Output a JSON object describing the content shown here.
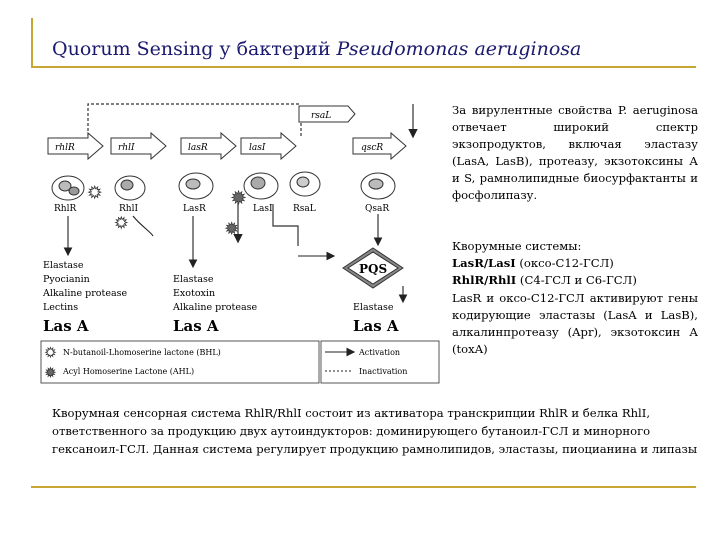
{
  "slide": {
    "title_prefix": "Quorum Sensing у бактерий ",
    "title_species": "Pseudomonas aeruginosa",
    "para1": "За вирулентные свойства P. aeruginosa отвечает широкий спектр экзопродуктов, включая эластазу (LasA, LasB), протеазу, экзотоксины А и S, рамнолипидные биосурфактанты и фосфолипазу.",
    "para2_heading": "Кворумные системы:",
    "para2_las": "LasR/LasI",
    "para2_las_rest": " (оксо-С12-ГСЛ)",
    "para2_rhl": "RhlR/RhlI",
    "para2_rhl_rest": " (С4-ГСЛ и С6-ГСЛ)",
    "para3": "LasR и оксо-С12-ГСЛ активируют гены кодирующие эластазы (LasA и LasB), алкалинпротеазу (Apr), экзотоксин А (toxA)",
    "bottom": "Кворумная сенсорная система RhlR/RhlI состоит из активатора транскрипции RhlR и белка RhlI, ответственного за продукцию двух аутоиндукторов: доминирующего бутаноил-ГСЛ и минорного гексаноил-ГСЛ. Данная система регулирует продукцию рамнолипидов, эластазы, пиоцианина и липазы"
  },
  "diagram": {
    "genes": [
      "rhlR",
      "rhlI",
      "lasR",
      "lasI",
      "rsaL",
      "qscR"
    ],
    "proteins": [
      "RhlR",
      "RhlI",
      "LasR",
      "LasI",
      "RsaL",
      "QsaR"
    ],
    "pqs": "PQS",
    "rhl_products": [
      "Elastase",
      "Pyocianin",
      "Alkaline protease",
      "Lectins"
    ],
    "rhl_big": "Las A",
    "las_products": [
      "Elastase",
      "Exotoxin",
      "Alkaline protease"
    ],
    "las_big": "Las A",
    "pqs_products": [
      "Elastase"
    ],
    "pqs_big": "Las A",
    "legend": {
      "bhl": "N-butanoil-Lhomoserine lactone (BHL)",
      "ahl": "Acyl Homoserine Lactone (AHL)",
      "activation": "Activation",
      "inactivation": "Inactivation"
    }
  }
}
